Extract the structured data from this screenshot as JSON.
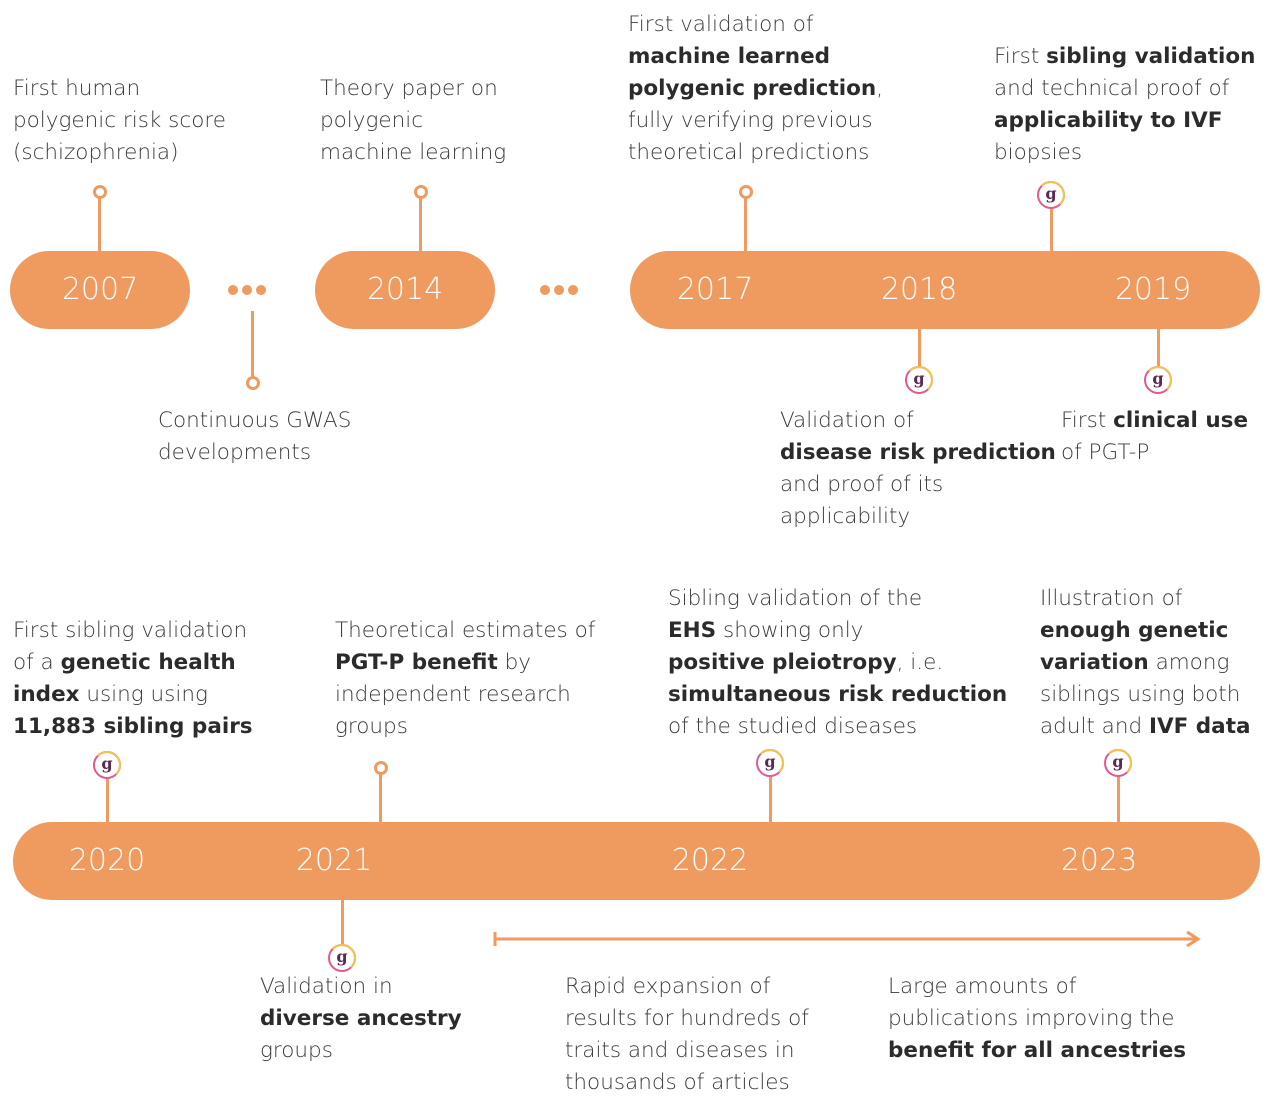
{
  "years": {
    "y2007": "2007",
    "y2014": "2014",
    "y2017": "2017",
    "y2018": "2018",
    "y2019": "2019",
    "y2020": "2020",
    "y2021": "2021",
    "y2022": "2022",
    "y2023": "2023"
  },
  "colors": {
    "accent": "#ef9a5e",
    "text": "#3a3a3a",
    "logo_ring": "#e2588f",
    "logo_ring2": "#f2c54a",
    "logo_glyph": "#5a2a55"
  },
  "logo_glyph": "g",
  "events": {
    "e2007": {
      "l1": "First human",
      "l2": "polygenic risk score",
      "l3": "(schizophrenia)"
    },
    "gwas": {
      "l1": "Continuous GWAS",
      "l2": "developments"
    },
    "e2014": {
      "l1": "Theory paper on",
      "l2": "polygenic",
      "l3": "machine learning"
    },
    "e2017": {
      "l1": "First validation of",
      "l2": "machine learned",
      "l3a": "polygenic prediction",
      "l3b": ",",
      "l4": "fully verifying previous",
      "l5": "theoretical predictions"
    },
    "e2018": {
      "l1": "Validation of",
      "l2": "disease risk prediction",
      "l3": "and proof of its",
      "l4": "applicability"
    },
    "sib2018": {
      "l1a": "First ",
      "l1b": "sibling validation",
      "l2": "and technical proof of",
      "l3": "applicability to IVF",
      "l4": "biopsies"
    },
    "e2019": {
      "l1a": "First ",
      "l1b": "clinical use",
      "l2": "of PGT-P"
    },
    "e2020": {
      "l1": "First sibling validation",
      "l2a": "of a ",
      "l2b": "genetic health",
      "l3a": "index",
      "l3b": " using using",
      "l4": "11,883 sibling pairs"
    },
    "e2021a": {
      "l1": "Theoretical estimates of",
      "l2a": "PGT-P benefit",
      "l2b": " by",
      "l3": "independent research",
      "l4": "groups"
    },
    "e2021b": {
      "l1": "Validation in",
      "l2": "diverse ancestry",
      "l3": "groups"
    },
    "e2022": {
      "l1": "Sibling validation of the",
      "l2a": "EHS",
      "l2b": " showing only",
      "l3a": "positive pleiotropy",
      "l3b": ", i.e.",
      "l4": "simultaneous risk reduction",
      "l5": "of the studied diseases"
    },
    "e2023": {
      "l1": "Illustration of",
      "l2": "enough genetic",
      "l3a": "variation",
      "l3b": " among",
      "l4": "siblings using both",
      "l5a": "adult and ",
      "l5b": "IVF data"
    },
    "rapid": {
      "l1": "Rapid expansion of",
      "l2": "results for hundreds of",
      "l3": "traits and diseases in",
      "l4": "thousands of articles"
    },
    "large": {
      "l1": "Large amounts of",
      "l2": "publications improving the",
      "l3": "benefit for all ancestries"
    }
  }
}
